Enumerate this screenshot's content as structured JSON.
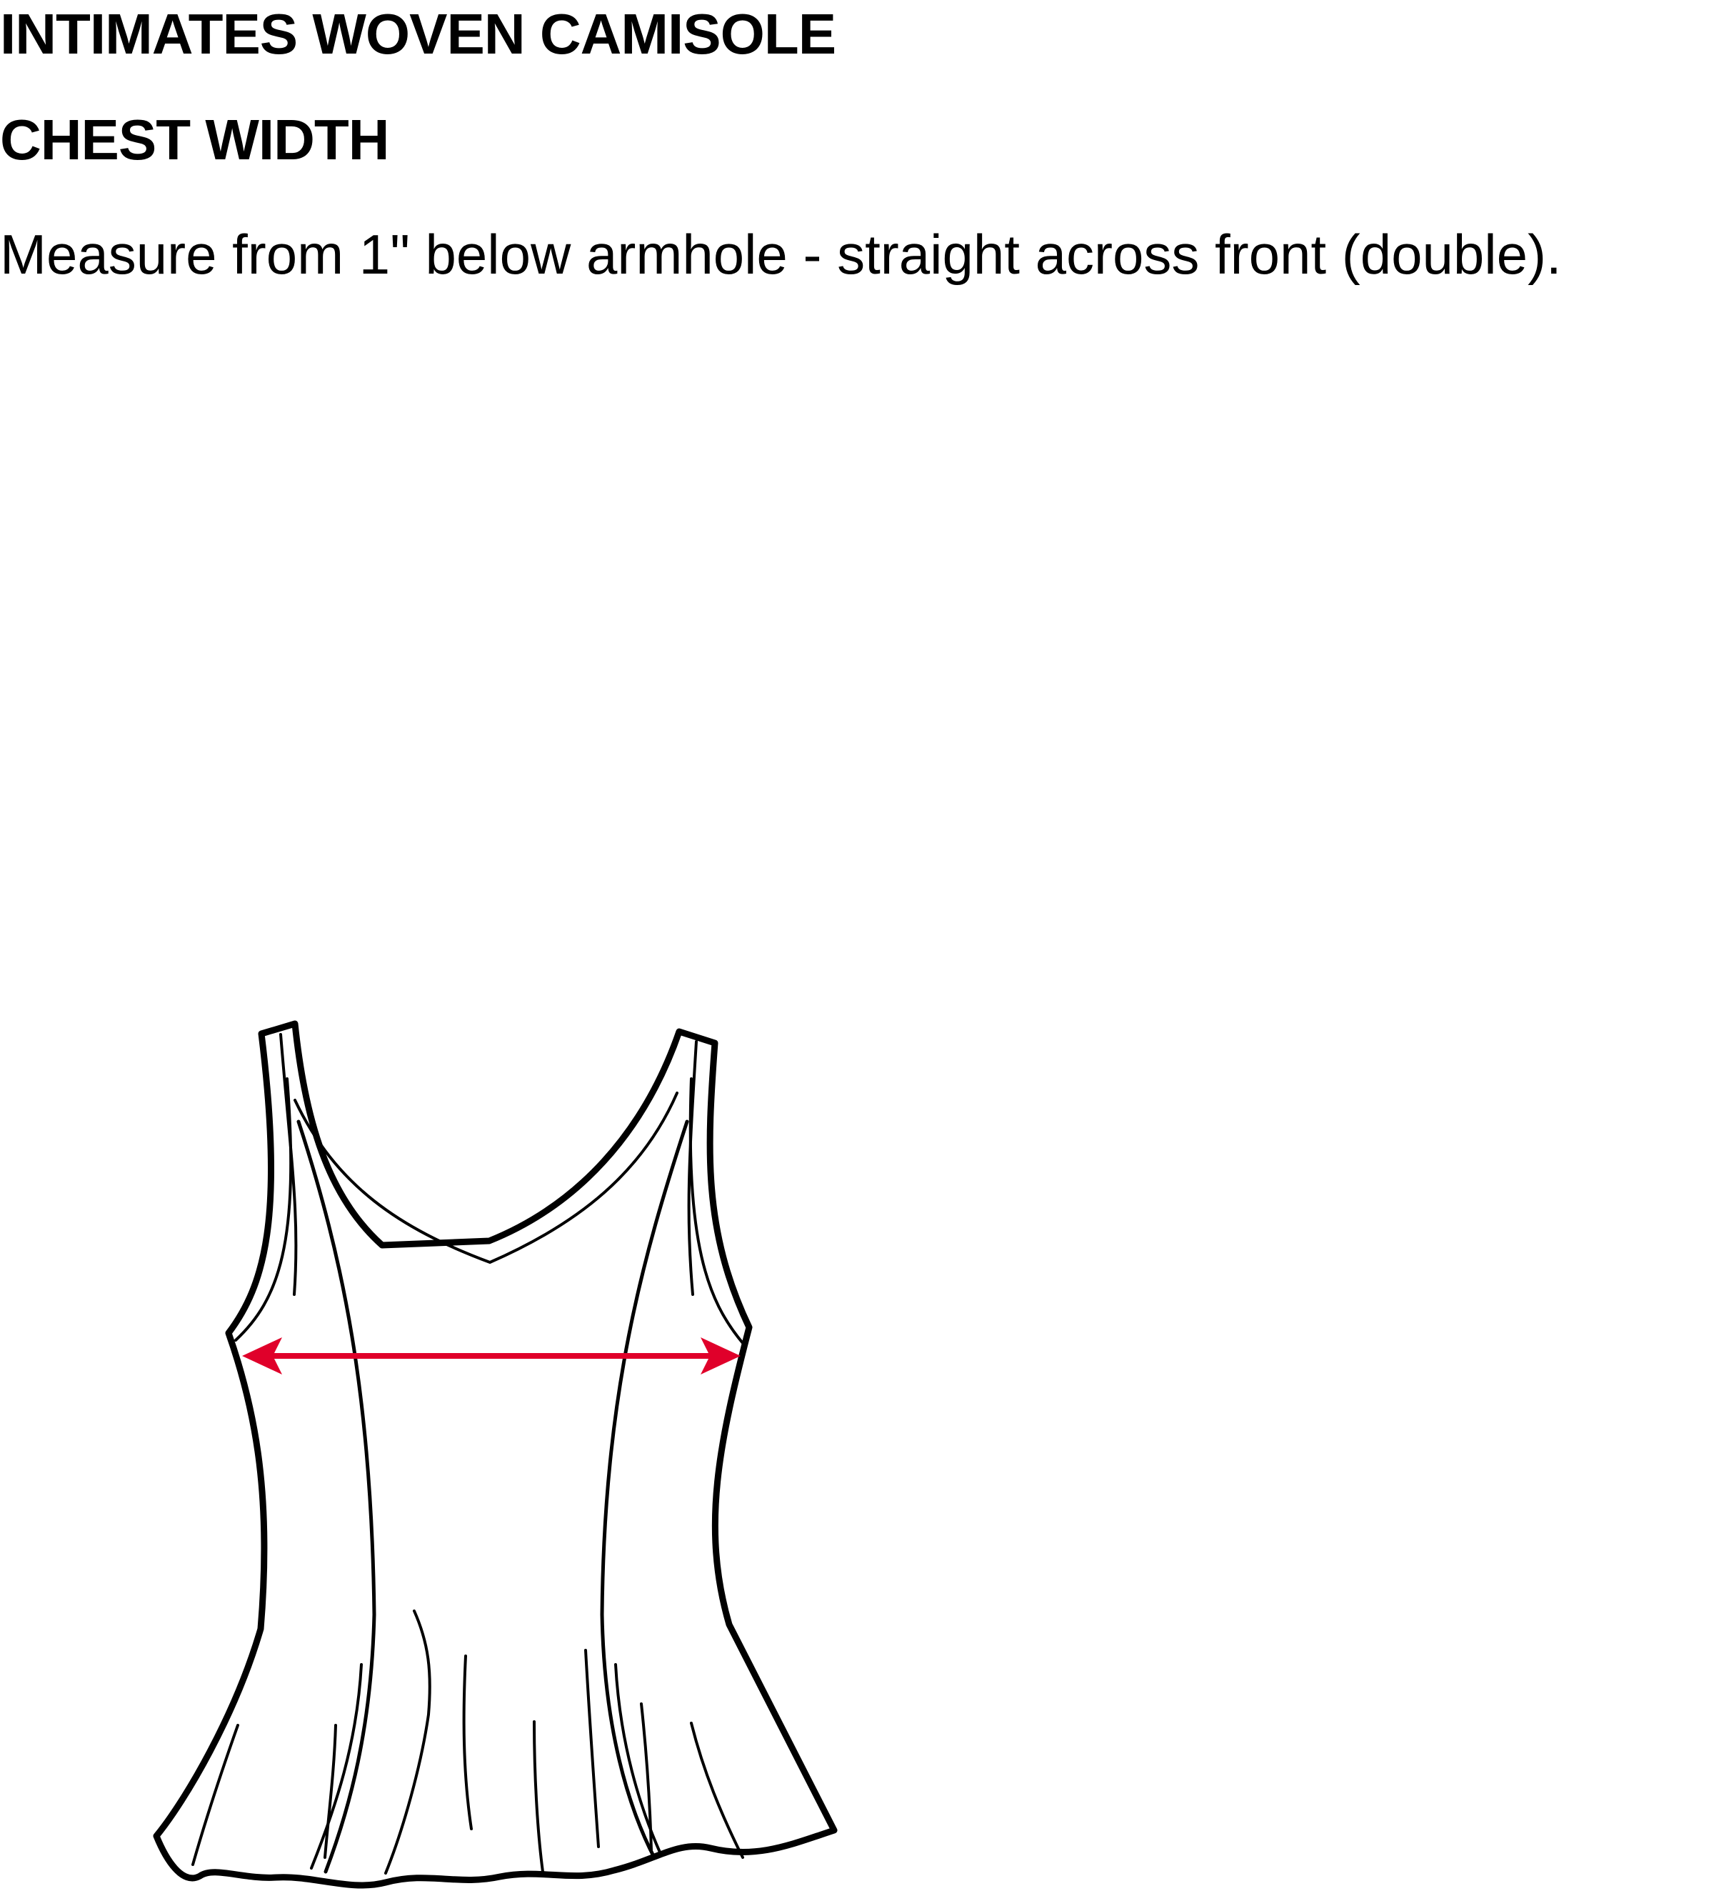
{
  "header": {
    "title": "INTIMATES WOVEN CAMISOLE",
    "measurement_name": "CHEST WIDTH"
  },
  "instruction": {
    "text": "Measure from 1\" below armhole - straight across front (double)."
  },
  "diagram": {
    "garment": "camisole-front-flat-sketch",
    "measure_arrow_color": "#e0002a",
    "outline_color": "#000000"
  }
}
